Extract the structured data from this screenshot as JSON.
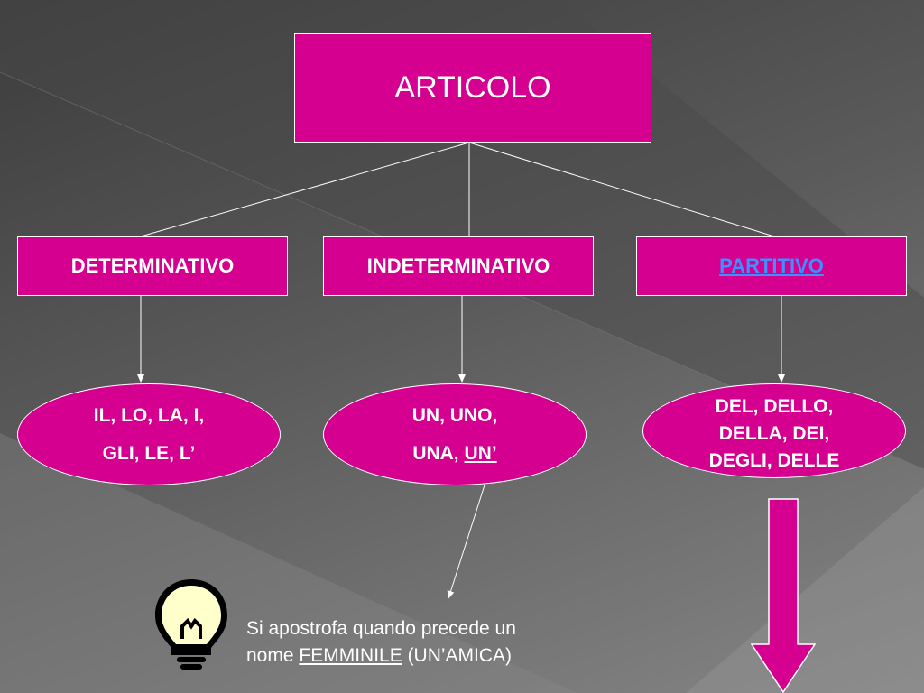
{
  "root": {
    "label": "ARTICOLO"
  },
  "categories": [
    {
      "label": "DETERMINATIVO"
    },
    {
      "label": "INDETERMINATIVO"
    },
    {
      "label": "PARTITIVO"
    }
  ],
  "ovals": [
    {
      "line1": "IL, LO, LA, I,",
      "line2": "GLI, LE, L’"
    },
    {
      "line1": "UN, UNO,",
      "line2_prefix": "UNA,",
      "line2_highlight": "UN’"
    },
    {
      "line1": "DEL, DELLO,",
      "line2": "DELLA, DEI,",
      "line3": "DEGLI, DELLE"
    }
  ],
  "note": {
    "line1": "Si apostrofa quando precede un",
    "line2_prefix": "nome",
    "line2_underlined": "FEMMINILE",
    "line2_suffix": "(UN’AMICA)"
  },
  "colors": {
    "box_fill": "#d5008f",
    "partitivo_link": "#3f8fff",
    "bulb_fill": "#ffffcc"
  },
  "icons": {
    "note_icon": "light-bulb-icon",
    "down_arrow": "down-arrow-icon"
  }
}
